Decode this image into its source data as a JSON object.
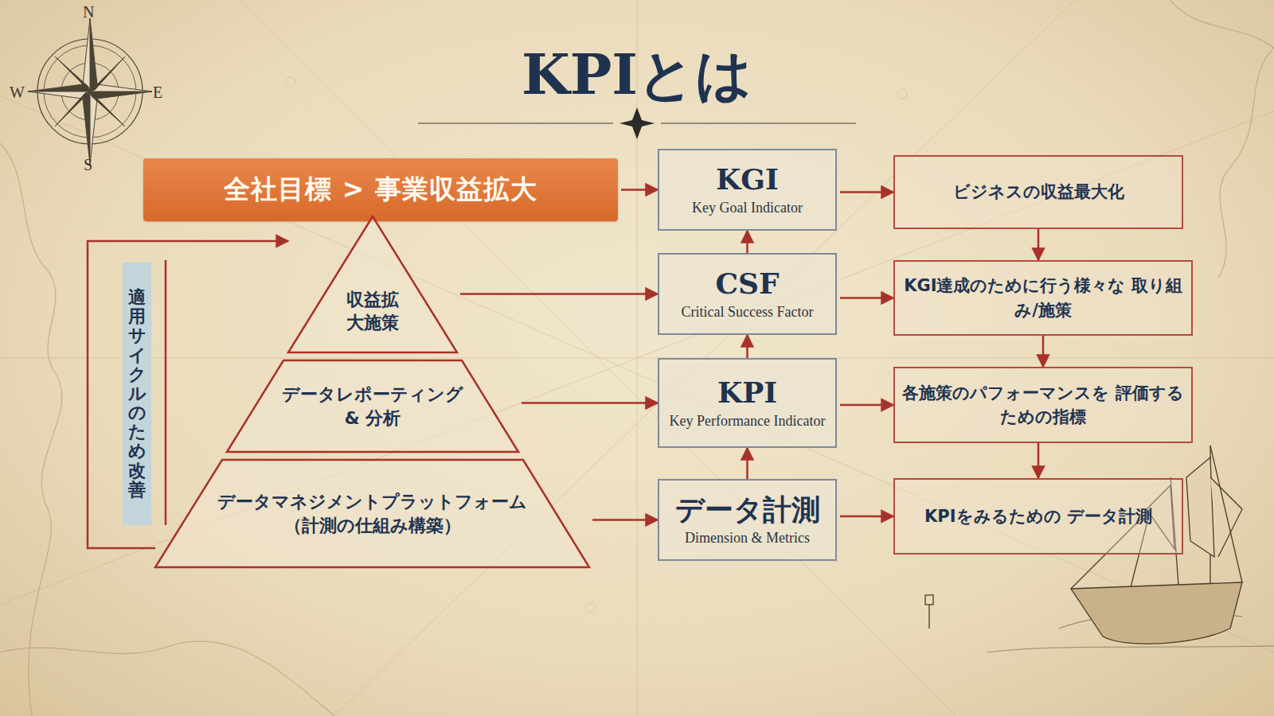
{
  "diagram": {
    "title": "KPIとは",
    "nodes": [
      {
        "text": [
          "全社目標 > 事業収益拡大"
        ]
      },
      {
        "text": [
          "収益拡 大施策"
        ]
      },
      {
        "text": [
          "データレポーティング & 分析"
        ]
      },
      {
        "text": [
          "データマネジメントプラットフォーム （計測の仕組み構築）"
        ]
      },
      {
        "text": [
          "KGI",
          "Key Goal Indicator"
        ]
      },
      {
        "text": [
          "CSF",
          "Critical Success Factor"
        ]
      },
      {
        "text": [
          "KPI",
          "Key Performance Indicator"
        ]
      },
      {
        "text": [
          "データ計測",
          "Dimension & Metrics"
        ]
      },
      {
        "text": [
          "ビジネスの収益最大化"
        ]
      },
      {
        "text": [
          "KGI達成のために行う様々な 取り組み/施策"
        ]
      },
      {
        "text": [
          "各施策のパフォーマンスを 評価するための指標"
        ]
      },
      {
        "text": [
          "KPIをみるための データ計測"
        ]
      },
      {
        "text": [
          "適用サイクルのため改善"
        ]
      }
    ],
    "edges": [
      {
        "from": 0,
        "to": 4,
        "arrow": "to"
      },
      {
        "from": 1,
        "to": 5,
        "arrow": "to"
      },
      {
        "from": 2,
        "to": 6,
        "arrow": "to"
      },
      {
        "from": 3,
        "to": 7,
        "arrow": "to"
      },
      {
        "from": 7,
        "to": 6,
        "arrow": "to"
      },
      {
        "from": 6,
        "to": 5,
        "arrow": "to"
      },
      {
        "from": 5,
        "to": 4,
        "arrow": "to"
      },
      {
        "from": 4,
        "to": 8,
        "arrow": "to"
      },
      {
        "from": 5,
        "to": 9,
        "arrow": "to"
      },
      {
        "from": 6,
        "to": 10,
        "arrow": "to"
      },
      {
        "from": 7,
        "to": 11,
        "arrow": "to"
      },
      {
        "from": 8,
        "to": 9,
        "arrow": "to"
      },
      {
        "from": 9,
        "to": 10,
        "arrow": "to"
      },
      {
        "from": 10,
        "to": 11,
        "arrow": "to"
      },
      {
        "from": 3,
        "to": 1,
        "arrow": "to"
      }
    ],
    "labels": [
      "N",
      "E",
      "S",
      "W"
    ]
  }
}
